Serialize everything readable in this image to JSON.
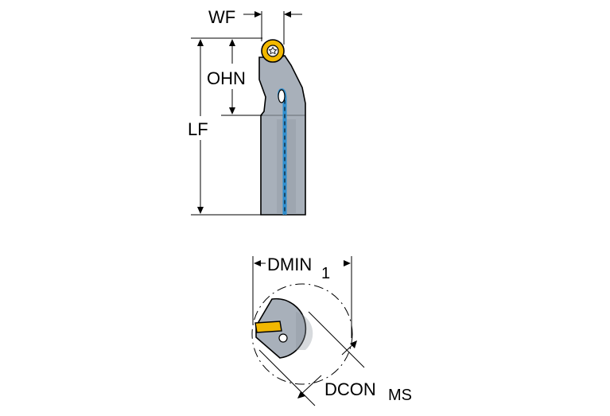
{
  "labels": {
    "wf": "WF",
    "ohn": "OHN",
    "lf": "LF",
    "dmin": "DMIN",
    "dmin_sub": "1",
    "dcon": "DCON",
    "dcon_sub": "MS"
  },
  "colors": {
    "body": "#a8b0ba",
    "body_dark": "#8c949e",
    "outline": "#000000",
    "insert": "#f2b800",
    "coolant": "#2f8fd0",
    "background": "#ffffff"
  }
}
